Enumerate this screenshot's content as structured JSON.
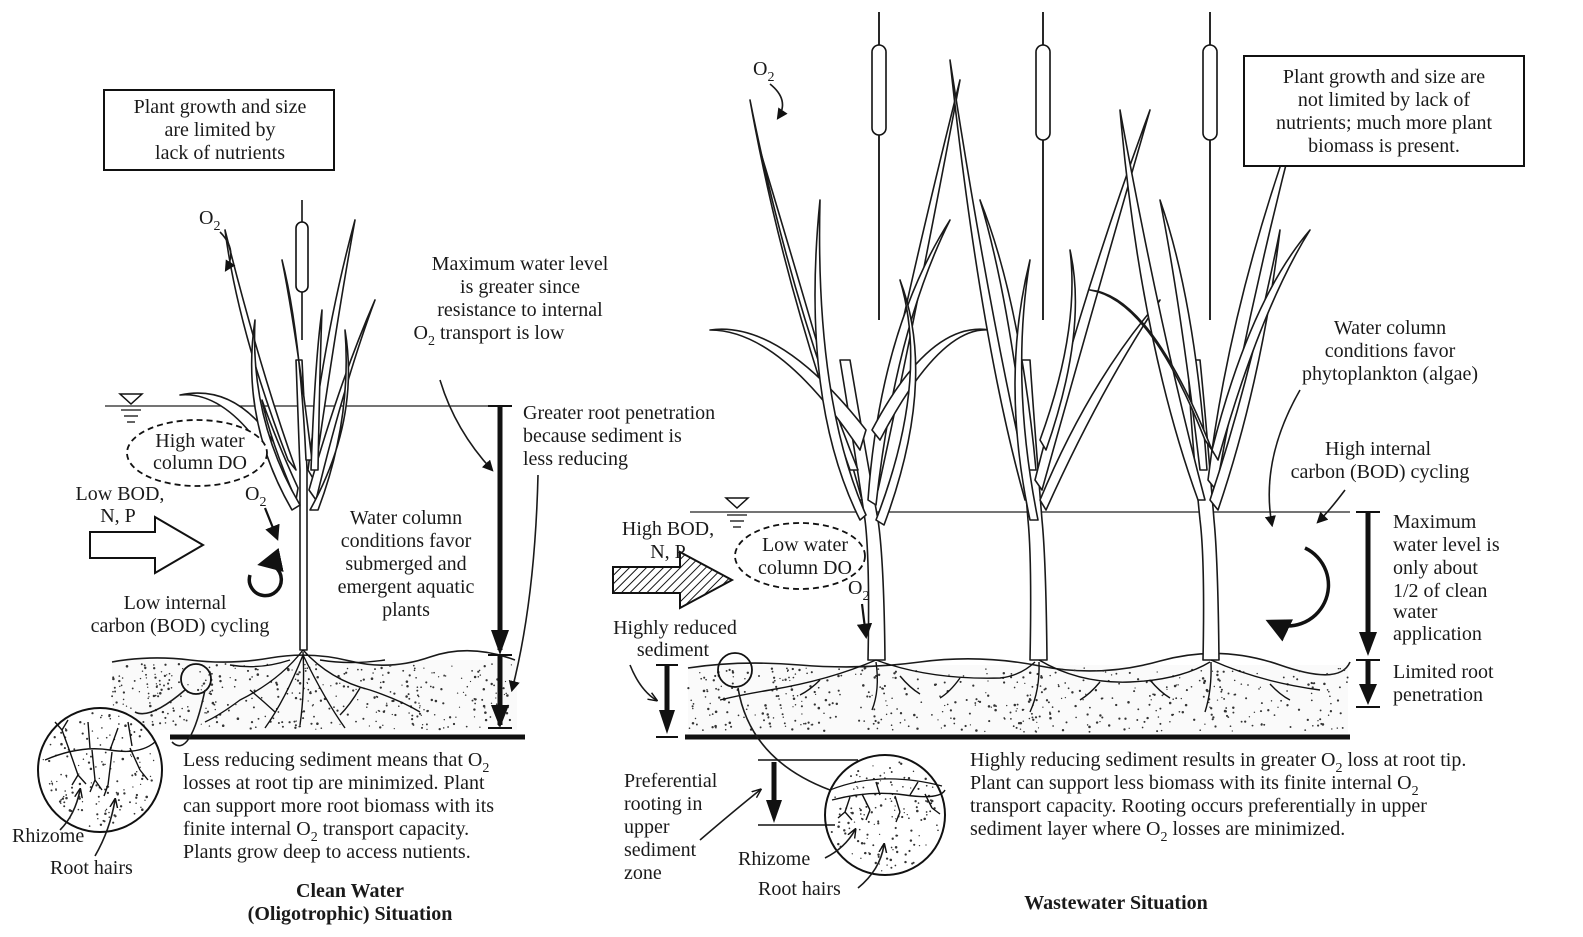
{
  "left": {
    "box": [
      "Plant growth and size",
      "are limited by",
      "lack of nutrients"
    ],
    "o2_top": "O",
    "o2_mid": "O",
    "o2_sub": "2",
    "max_water": [
      "Maximum water level",
      "is greater since",
      "resistance to internal",
      "transport is low"
    ],
    "max_water_o2": "O",
    "root_pen": [
      "Greater root penetration",
      "because sediment is",
      "less reducing"
    ],
    "do_oval": [
      "High water",
      "column DO"
    ],
    "inflow": [
      "Low BOD,",
      "N, P"
    ],
    "water_col": [
      "Water column",
      "conditions favor",
      "submerged and",
      "emergent aquatic",
      "plants"
    ],
    "cycling": [
      "Low internal",
      "carbon (BOD) cycling"
    ],
    "sediment_text": [
      "Less reducing sediment means that O",
      "losses at root tip are minimized. Plant",
      "can support more root biomass with its",
      "finite internal O",
      "transport capacity.",
      "Plants grow deep to access nutients."
    ],
    "rhizome": "Rhizome",
    "root_hairs": "Root hairs",
    "caption": [
      "Clean Water",
      "(Oligotrophic) Situation"
    ]
  },
  "right": {
    "box": [
      "Plant growth and size are",
      "not limited by lack of",
      "nutrients; much more plant",
      "biomass is present."
    ],
    "o2_top": "O",
    "o2_mid": "O",
    "o2_sub": "2",
    "water_col": [
      "Water column",
      "conditions favor",
      "phytoplankton (algae)"
    ],
    "cycling": [
      "High internal",
      "carbon (BOD) cycling"
    ],
    "inflow": [
      "High BOD,",
      "N, P"
    ],
    "do_oval": [
      "Low water",
      "column DO"
    ],
    "reduced": [
      "Highly reduced",
      "sediment"
    ],
    "max_water": [
      "Maximum",
      "water level is",
      "only about",
      "1/2 of clean",
      "water",
      "application"
    ],
    "limited": [
      "Limited root",
      "penetration"
    ],
    "sediment_text": [
      "Highly reducing sediment results in greater O",
      "loss at root tip.",
      "Plant can support less biomass with its finite internal O",
      "transport capacity. Rooting occurs preferentially in upper",
      "sediment layer where O",
      "losses are minimized."
    ],
    "pref": [
      "Preferential",
      "rooting in",
      "upper",
      "sediment",
      "zone"
    ],
    "rhizome": "Rhizome",
    "root_hairs": "Root hairs",
    "caption": "Wastewater Situation"
  }
}
